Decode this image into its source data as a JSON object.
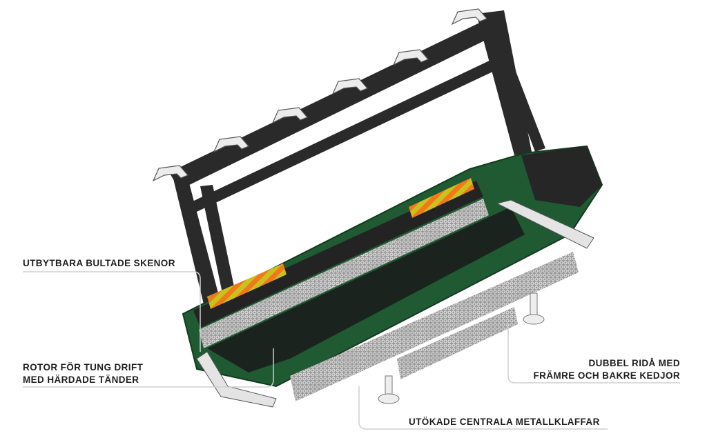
{
  "labels": {
    "rails": "UTBYTBARA BULTADE SKENOR",
    "rotor_line1": "ROTOR FÖR TUNG DRIFT",
    "rotor_line2": "MED HÄRDADE TÄNDER",
    "curtain_line1": "DUBBEL RIDÅ MED",
    "curtain_line2": "FRÄMRE OCH BAKRE KEDJOR",
    "flaps": "UTÖKADE CENTRALA METALLKLAFFAR"
  },
  "colors": {
    "housing_green": "#1f5a32",
    "frame_black": "#2a2a2a",
    "warning_orange": "#f07a1a",
    "warning_yellow": "#c8c21e",
    "callout_line": "#cfcfcf"
  }
}
